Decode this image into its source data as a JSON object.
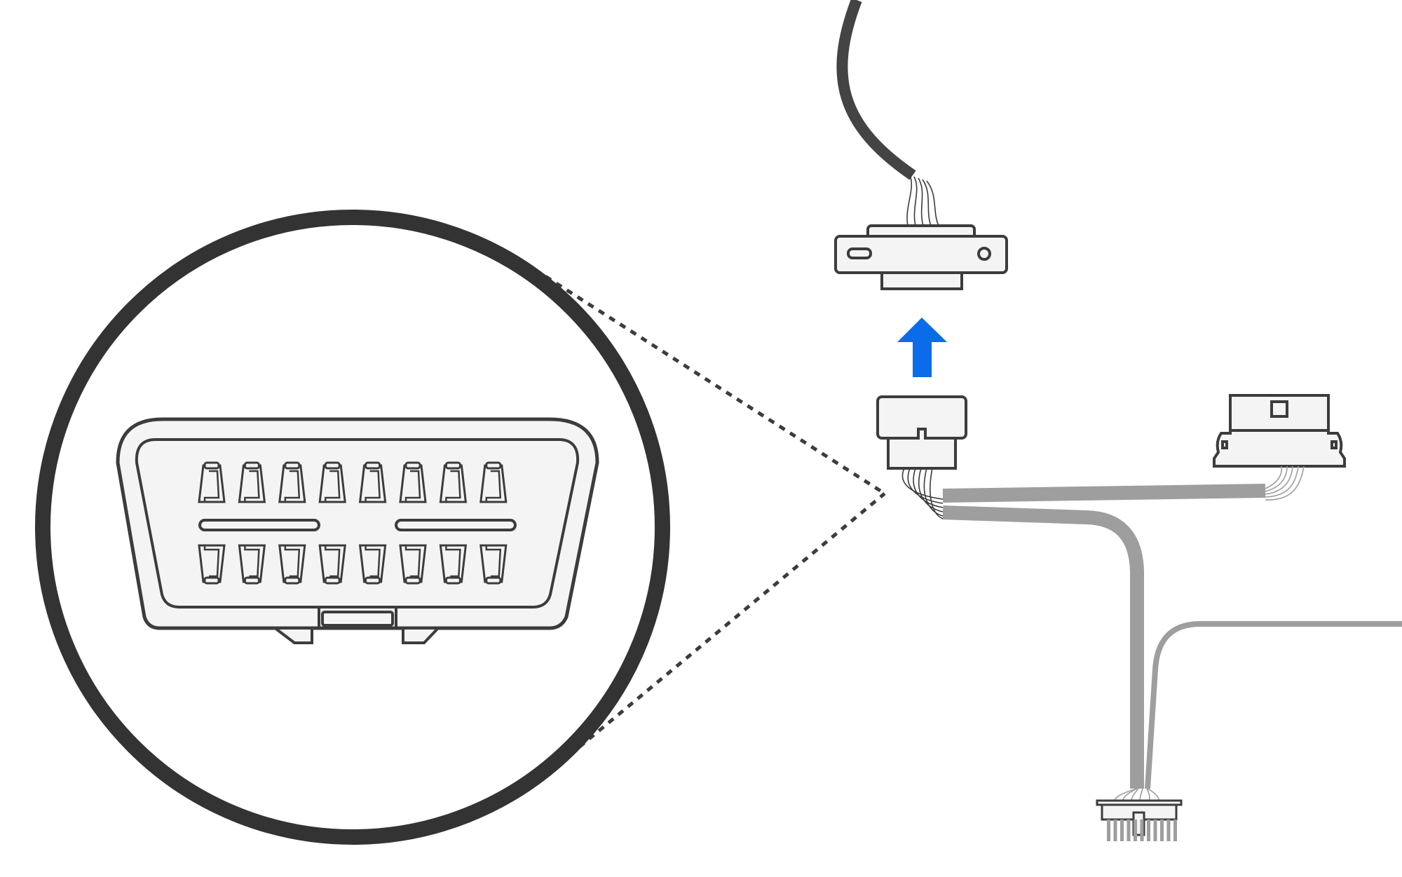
{
  "diagram": {
    "colors": {
      "outline": "#3c3c3c",
      "fill": "#f4f4f4",
      "harness_gray": "#9e9e9e",
      "vehicle_cable": "#444444",
      "arrow_blue": "#0a6ce8",
      "background": "#ffffff"
    },
    "connector_pins": {
      "top_row": 8,
      "bottom_row": 8
    },
    "arrow_direction": "up"
  }
}
